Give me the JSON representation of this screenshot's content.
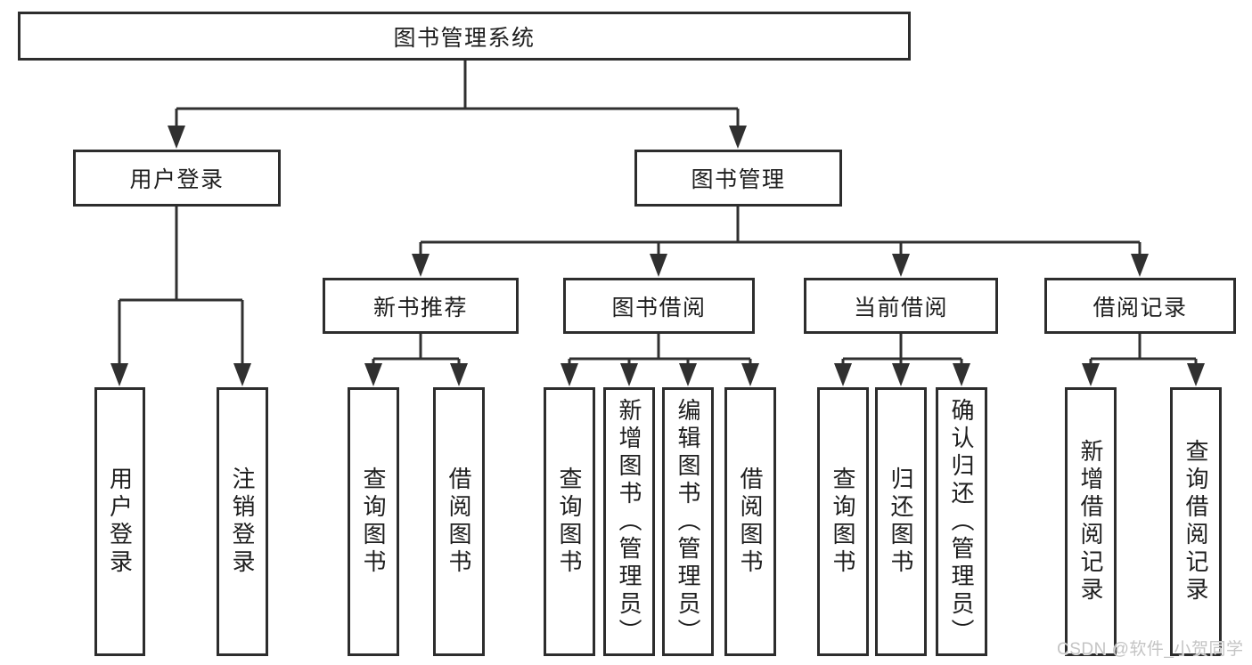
{
  "title": "图书管理系统",
  "level2": {
    "user_login": "用户登录",
    "book_management": "图书管理"
  },
  "level3": {
    "new_book_recommend": "新书推荐",
    "book_borrow": "图书借阅",
    "current_borrow": "当前借阅",
    "borrow_records": "借阅记录"
  },
  "leaves": {
    "user": [
      "用户登录",
      "注销登录"
    ],
    "recommend": [
      "查询图书",
      "借阅图书"
    ],
    "borrow": [
      "查询图书",
      "新增图书（管理员）",
      "编辑图书（管理员）",
      "借阅图书"
    ],
    "current": [
      "查询图书",
      "归还图书",
      "确认归还（管理员）"
    ],
    "records": [
      "新增借阅记录",
      "查询借阅记录"
    ]
  },
  "watermark": "CSDN @软件_小贺同学",
  "colors": {
    "line": "#303030",
    "border": "#2d2d2d",
    "text": "#1e1e1e",
    "background": "#ffffff",
    "watermark": "#c4c4c4"
  }
}
